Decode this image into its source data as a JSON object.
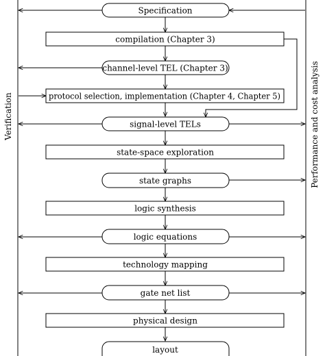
{
  "side_labels": {
    "left": "Verification",
    "right": "Performance and cost analysis"
  },
  "nodes": [
    {
      "id": "specification",
      "label": "Specification",
      "shape": "rounded"
    },
    {
      "id": "compilation",
      "label": "compilation (Chapter 3)",
      "shape": "rect"
    },
    {
      "id": "channel-level-tel",
      "label": "channel-level TEL (Chapter 3)",
      "shape": "rounded"
    },
    {
      "id": "protocol-selection",
      "label": "protocol selection, implementation (Chapter 4, Chapter 5)",
      "shape": "rect"
    },
    {
      "id": "signal-level-tels",
      "label": "signal-level TELs",
      "shape": "rounded"
    },
    {
      "id": "state-space-exploration",
      "label": "state-space exploration",
      "shape": "rect"
    },
    {
      "id": "state-graphs",
      "label": "state graphs",
      "shape": "rounded"
    },
    {
      "id": "logic-synthesis",
      "label": "logic synthesis",
      "shape": "rect"
    },
    {
      "id": "logic-equations",
      "label": "logic equations",
      "shape": "rounded"
    },
    {
      "id": "technology-mapping",
      "label": "technology mapping",
      "shape": "rect"
    },
    {
      "id": "gate-net-list",
      "label": "gate net list",
      "shape": "rounded"
    },
    {
      "id": "physical-design",
      "label": "physical design",
      "shape": "rect"
    },
    {
      "id": "layout",
      "label": "layout",
      "shape": "rounded"
    }
  ]
}
